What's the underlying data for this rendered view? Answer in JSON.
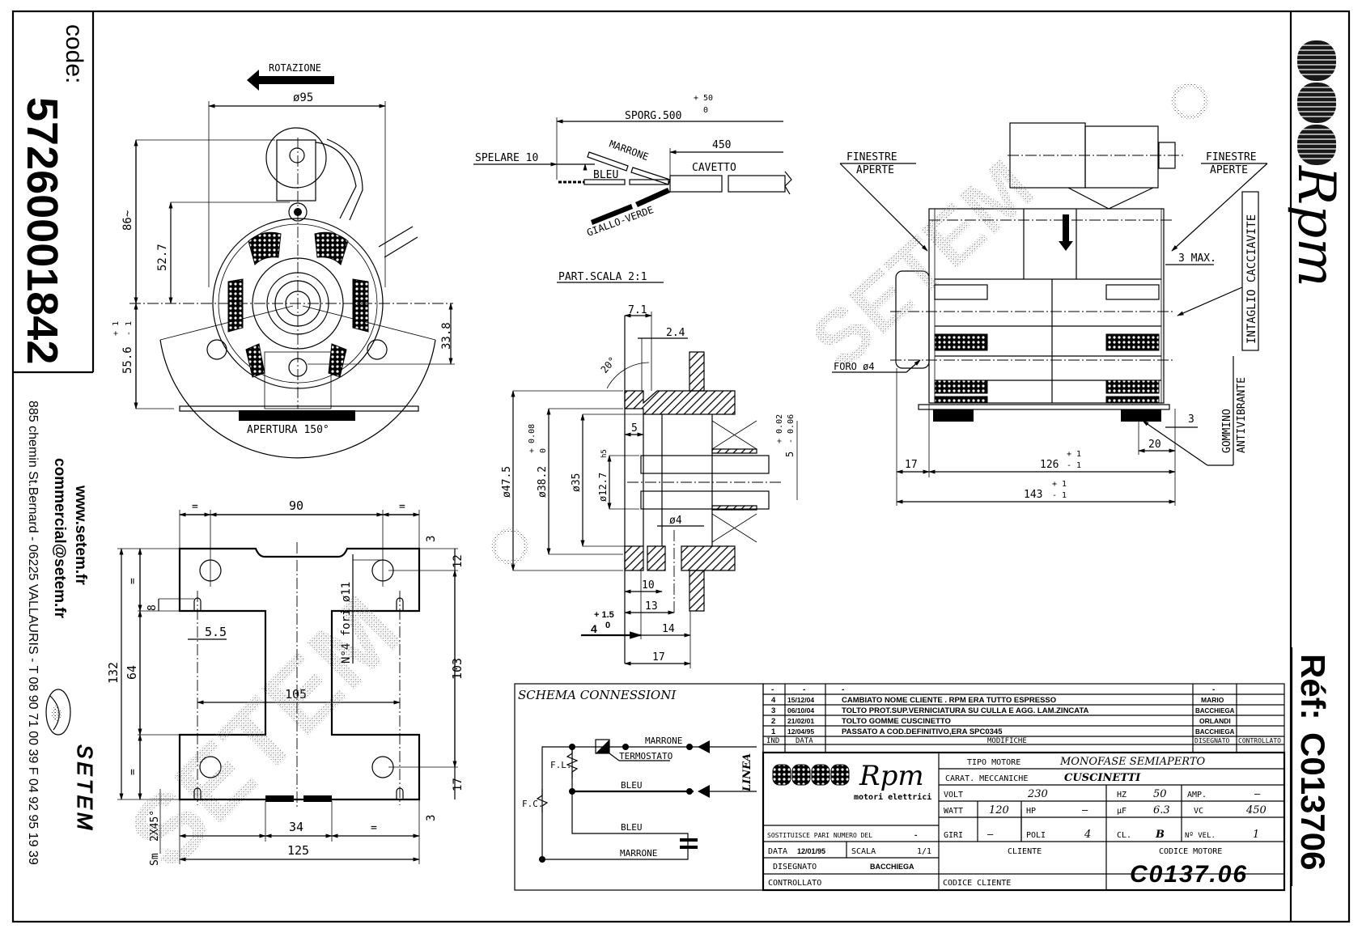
{
  "sidebar_left": {
    "code_label": "code:",
    "code_value": "57260001842",
    "website": "www.setem.fr",
    "email": "commercial@setem.fr",
    "address": "885 chemin St.Bernard - 06225 VALLAURIS - T 08 90 71 00 39  F 04 92 95 19 39",
    "company_logo_text": "SETEM"
  },
  "sidebar_right": {
    "brand_logo_text": "Rpm",
    "ref_label": "Réf:",
    "ref_value": "C013706"
  },
  "watermark": "SETEM",
  "front_view": {
    "rotation_label": "ROTAZIONE",
    "dim_diameter": "ø95",
    "dim_height_total": "86~",
    "dim_52_7": "52.7",
    "dim_55_6": "55.6",
    "dim_55_6_tol_plus": "+ 1",
    "dim_55_6_tol_minus": "- 1",
    "dim_33_8": "33.8",
    "opening_label": "APERTURA 150°"
  },
  "base_plate": {
    "dim_eq_top_left": "=",
    "dim_90": "90",
    "dim_eq_top_right": "=",
    "dim_3_top": "3",
    "dim_12": "12",
    "dim_132": "132",
    "dim_64": "64",
    "dim_eq_left_top": "=",
    "dim_eq_left_bottom": "=",
    "dim_8": "8",
    "dim_5_5": "5.5",
    "dim_holes": "N°4 fori ø11",
    "dim_105": "105",
    "dim_103": "103",
    "dim_17": "17",
    "dim_3_bottom": "3",
    "dim_chamfer": "2X45°",
    "dim_thickness": "Sm",
    "dim_34": "34",
    "dim_eq_bottom": "=",
    "dim_125": "125"
  },
  "cable_detail": {
    "sporg_label": "SPORG.500",
    "sporg_tol_plus": "+ 50",
    "sporg_tol_minus": "0",
    "spelare_label": "SPELARE 10",
    "dim_450": "450",
    "wire_brown": "MARRONE",
    "wire_blue": "BLEU",
    "wire_ground": "GIALLO-VERDE",
    "cable_label": "CAVETTO"
  },
  "section_detail": {
    "title": "PART.SCALA 2:1",
    "dim_7_1": "7.1",
    "dim_2_4": "2.4",
    "dim_angle": "20°",
    "dim_47_5": "ø47.5",
    "dim_38_2": "ø38.2",
    "dim_38_2_tol_plus": "+ 0.08",
    "dim_38_2_tol_minus": "0",
    "dim_35": "ø35",
    "dim_12_7": "ø12.7",
    "dim_12_7_fit": "h5",
    "dim_5": "5",
    "dim_shaft": "5",
    "dim_shaft_tol_plus": "+ 0.02",
    "dim_shaft_tol_minus": "- 0.06",
    "dim_4_hole": "ø4",
    "dim_10": "10",
    "dim_13": "13",
    "dim_4": "4",
    "dim_4_tol_plus": "+ 1.5",
    "dim_4_tol_minus": "0",
    "dim_14": "14",
    "dim_17": "17"
  },
  "side_view": {
    "windows_left_1": "FINESTRE",
    "windows_left_2": "APERTE",
    "windows_right_1": "FINESTRE",
    "windows_right_2": "APERTE",
    "max_label": "3 MAX.",
    "slot_label": "INTAGLIO CACCIAVITE",
    "hole_label": "FORO ø4",
    "rubber_label_1": "GOMMINO",
    "rubber_label_2": "ANTIVIBRANTE",
    "dim_3": "3",
    "dim_20": "20",
    "dim_17": "17",
    "dim_126": "126",
    "dim_126_tol_plus": "+ 1",
    "dim_126_tol_minus": "- 1",
    "dim_143": "143",
    "dim_143_tol_plus": "+ 1",
    "dim_143_tol_minus": "- 1"
  },
  "schematic": {
    "title": "SCHEMA CONNESSIONI",
    "fl_label": "F.L.",
    "fc_label": "F.C.",
    "wire_brown_top": "MARRONE",
    "thermostat_label": "TERMOSTATO",
    "wire_blue_mid": "BLEU",
    "wire_blue_low": "BLEU",
    "wire_brown_low": "MARRONE",
    "line_label": "LINEA"
  },
  "revisions": {
    "headers": {
      "ind": "IND",
      "date": "DATA",
      "changes": "MODIFICHE",
      "drawn": "DISEGNATO",
      "checked": "CONTROLLATO"
    },
    "blank_row": {
      "ind": "-",
      "date": "-",
      "changes": "-",
      "drawn": "-",
      "checked": ""
    },
    "rows": [
      {
        "ind": "4",
        "date": "15/12/04",
        "changes": "CAMBIATO NOME CLIENTE . RPM ERA TUTTO ESPRESSO",
        "drawn": "MARIO",
        "checked": ""
      },
      {
        "ind": "3",
        "date": "06/10/04",
        "changes": "TOLTO PROT.SUP.VERNICIATURA SU CULLA E AGG. LAM.ZINCATA",
        "drawn": "BACCHIEGA",
        "checked": ""
      },
      {
        "ind": "2",
        "date": "21/02/01",
        "changes": "TOLTO GOMME CUSCINETTO",
        "drawn": "ORLANDI",
        "checked": ""
      },
      {
        "ind": "1",
        "date": "12/04/95",
        "changes": "PASSATO A COD.DEFINITIVO,ERA SPC0345",
        "drawn": "BACCHIEGA",
        "checked": ""
      }
    ]
  },
  "title_block": {
    "logo_text": "Rpm",
    "logo_subtitle": "motori elettrici",
    "motor_type_label": "TIPO MOTORE",
    "motor_type_value": "MONOFASE SEMIAPERTO",
    "mech_label": "CARAT. MECCANICHE",
    "mech_value": "CUSCINETTI",
    "volt_label": "VOLT",
    "volt_value": "230",
    "hz_label": "HZ",
    "hz_value": "50",
    "amp_label": "AMP.",
    "amp_value": "—",
    "watt_label": "WATT",
    "watt_value": "120",
    "hp_label": "HP",
    "hp_value": "—",
    "uf_label": "µF",
    "uf_value": "6.3",
    "vc_label": "VC",
    "vc_value": "450",
    "replaces_label": "SOSTITUISCE PARI NUMERO DEL",
    "replaces_value": "-",
    "giri_label": "GIRI",
    "giri_value": "—",
    "poli_label": "POLI",
    "poli_value": "4",
    "cl_label": "CL.",
    "cl_value": "B",
    "vel_label": "Nº VEL.",
    "vel_value": "1",
    "date_label": "DATA",
    "date_value": "12/01/95",
    "scale_label": "SCALA",
    "scale_value": "1/1",
    "client_label": "CLIENTE",
    "motor_code_label": "CODICE MOTORE",
    "motor_code_value": "C0137.06",
    "drawn_label": "DISEGNATO",
    "drawn_value": "BACCHIEGA",
    "checked_label": "CONTROLLATO",
    "client_code_label": "CODICE CLIENTE"
  }
}
